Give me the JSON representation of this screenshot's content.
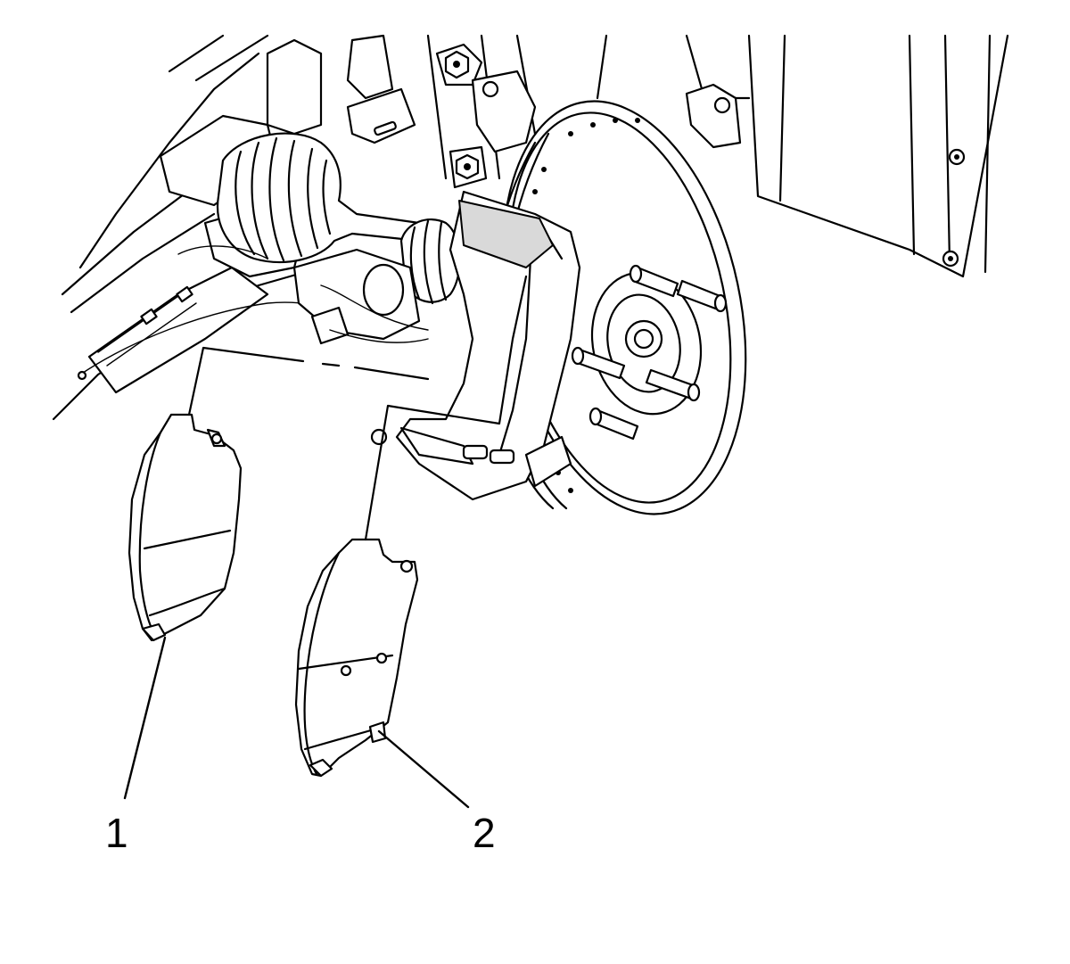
{
  "callouts": [
    {
      "id": "1",
      "label": "1"
    },
    {
      "id": "2",
      "label": "2"
    }
  ],
  "colors": {
    "line": "#000000",
    "background": "#ffffff",
    "shade": "#d9d9d9"
  }
}
